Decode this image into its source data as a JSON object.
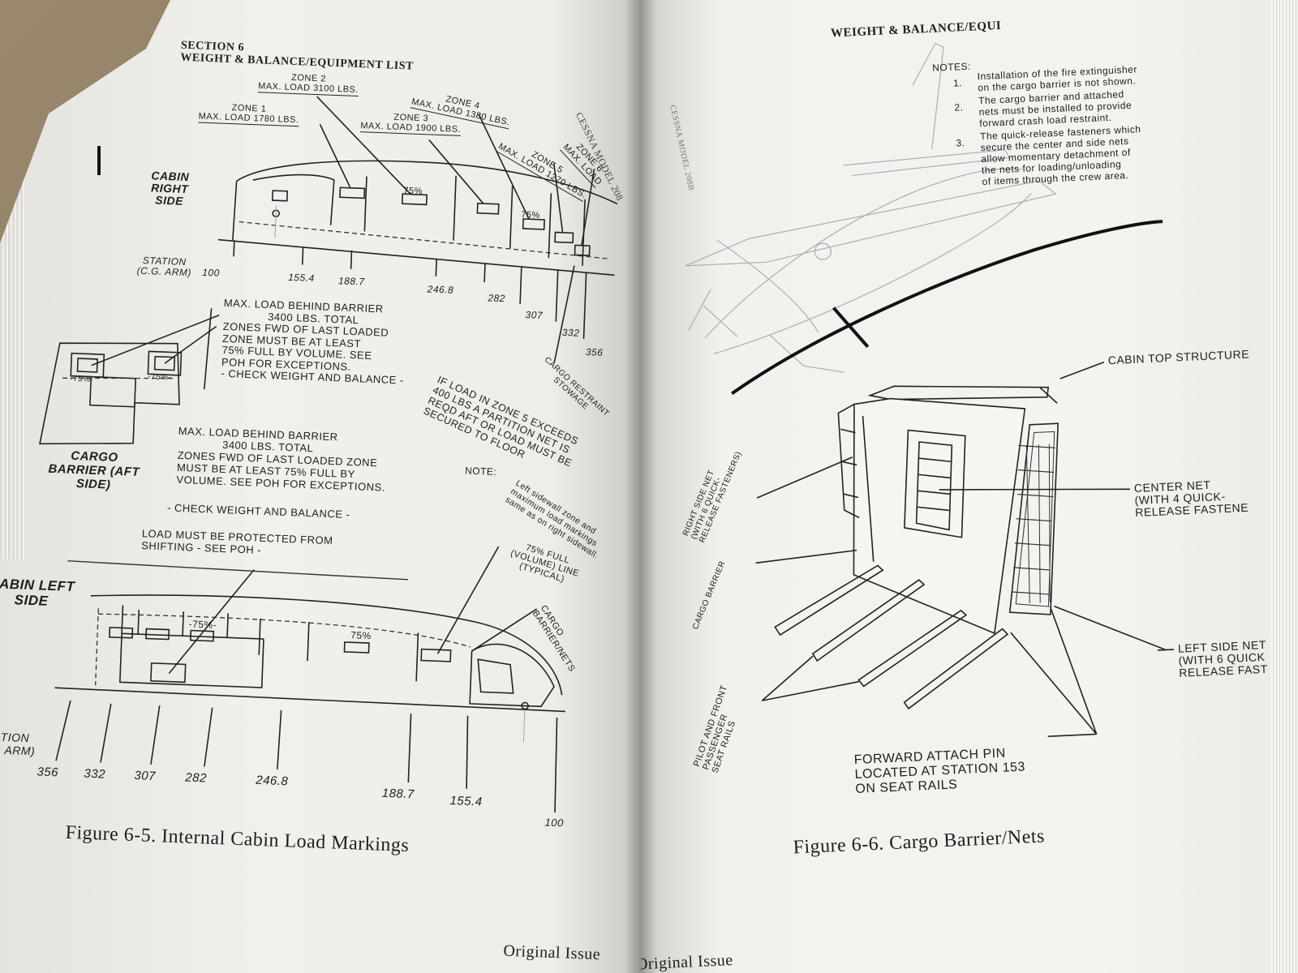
{
  "left_page": {
    "header": {
      "section": "SECTION 6",
      "title": "WEIGHT & BALANCE/EQUIPMENT LIST",
      "model_partial": "CESSNA MODEL 208"
    },
    "cabin_right_side": {
      "label": "CABIN RIGHT SIDE",
      "zones": [
        {
          "name": "ZONE 1",
          "load": "MAX. LOAD 1780 LBS."
        },
        {
          "name": "ZONE 2",
          "load": "MAX. LOAD 3100 LBS."
        },
        {
          "name": "ZONE 3",
          "load": "MAX. LOAD 1900 LBS."
        },
        {
          "name": "ZONE 4",
          "load": "MAX. LOAD 1380 LBS."
        },
        {
          "name": "ZONE 5",
          "load": "MAX. LOAD 1270 LBS."
        },
        {
          "name": "ZONE 6",
          "load": "MAX. LOAD"
        }
      ],
      "pct_marks": [
        "75%",
        "75%"
      ],
      "station_label": "STATION (C.G. ARM)",
      "stations": [
        "100",
        "155.4",
        "188.7",
        "246.8",
        "282",
        "307",
        "332",
        "356"
      ]
    },
    "barrier_placard": {
      "lines": [
        "MAX. LOAD BEHIND BARRIER",
        "3400 LBS. TOTAL",
        "ZONES FWD OF LAST LOADED",
        "ZONE MUST BE AT LEAST",
        "75% FULL BY VOLUME. SEE",
        "POH FOR EXCEPTIONS.",
        "- CHECK WEIGHT AND BALANCE -"
      ],
      "pct_marks": [
        "-75%-",
        "-75%-"
      ]
    },
    "cargo_barrier_label": "CARGO BARRIER (AFT SIDE)",
    "barrier_text": {
      "lines": [
        "MAX. LOAD BEHIND BARRIER",
        "3400 LBS. TOTAL",
        "ZONES FWD OF LAST LOADED ZONE",
        "MUST BE AT LEAST 75% FULL BY",
        "VOLUME.  SEE POH FOR EXCEPTIONS."
      ],
      "check": "- CHECK WEIGHT AND BALANCE -",
      "protect": [
        "LOAD MUST BE PROTECTED FROM",
        "SHIFTING - SEE POH -"
      ]
    },
    "zone5_note": [
      "IF LOAD IN ZONE 5 EXCEEDS",
      "400 LBS A PARTITION NET IS",
      "REQD AFT OR LOAD MUST BE",
      "SECURED TO FLOOR"
    ],
    "cargo_restraint": "CARGO RESTRAINT STOWAGE",
    "note": {
      "label": "NOTE:",
      "text": [
        "Left sidewall zone and",
        "maximum load markings",
        "same as on right sidewall."
      ]
    },
    "volume_line": [
      "75% FULL",
      "(VOLUME) LINE",
      "(TYPICAL)"
    ],
    "cargo_barrier_nets_label": [
      "CARGO",
      "BARRIER/NETS"
    ],
    "cabin_left_side": {
      "label": "CABIN LEFT SIDE",
      "pct_marks": [
        "-75%-",
        "75%"
      ],
      "station_label": "STATION (C.G. ARM)",
      "stations": [
        "356",
        "332",
        "307",
        "282",
        "246.8",
        "188.7",
        "155.4",
        "100"
      ]
    },
    "caption": "Figure 6-5. Internal Cabin Load Markings",
    "footer": "Original Issue"
  },
  "right_page": {
    "header": {
      "title": "WEIGHT & BALANCE/EQUI",
      "model_partial": "CESSNA MODEL 208B"
    },
    "notes": {
      "label": "NOTES:",
      "items": [
        {
          "num": "1.",
          "lines": [
            "Installation of the fire extinguisher",
            "on the cargo barrier is not shown."
          ]
        },
        {
          "num": "2.",
          "lines": [
            "The cargo barrier and attached",
            "nets must be installed to provide",
            "forward crash load restraint."
          ]
        },
        {
          "num": "3.",
          "lines": [
            "The quick-release fasteners which",
            "secure the center and side nets",
            "allow momentary detachment of",
            "the nets for loading/unloading",
            "of items through the crew area."
          ]
        }
      ]
    },
    "callouts": {
      "cabin_top": "CABIN TOP STRUCTURE",
      "right_side_net": [
        "RIGHT SIDE NET",
        "(WITH 6 QUICK-",
        "RELEASE FASTENERS)"
      ],
      "center_net": [
        "CENTER NET",
        "(WITH 4 QUICK-",
        "RELEASE FASTENE"
      ],
      "cargo_barrier": "CARGO BARRIER",
      "left_side_net": [
        "LEFT SIDE NET",
        "(WITH 6 QUICK",
        "RELEASE FAST"
      ],
      "seat_rails": [
        "PILOT AND FRONT",
        "PASSENGER",
        "SEAT RAILS"
      ],
      "attach_pin": [
        "FORWARD ATTACH PIN",
        "LOCATED AT STATION 153",
        "ON SEAT RAILS"
      ]
    },
    "caption": "Figure 6-6. Cargo Barrier/Nets",
    "footer": "Original Issue"
  }
}
